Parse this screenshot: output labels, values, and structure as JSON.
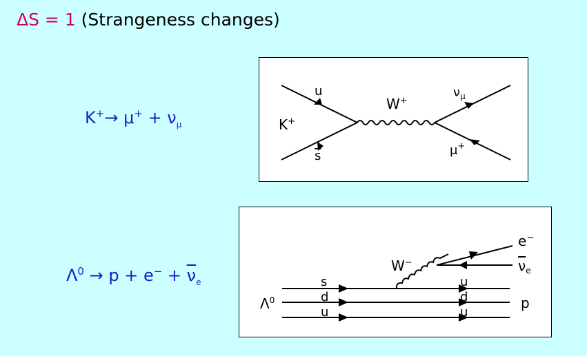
{
  "title": {
    "delta": "ΔS = 1",
    "rest": " (Strangeness changes)"
  },
  "equation1": {
    "k": "K",
    "k_sup": "+",
    "arrow": "→ μ",
    "mu_sup": "+",
    "plus": " + ν",
    "nu_sub": "μ"
  },
  "equation2": {
    "lambda": "Λ",
    "lambda_sup": "0",
    "arrow": " → p + e",
    "e_sup": "−",
    "plus": " + ",
    "nu": "ν",
    "nu_sub": "e"
  },
  "diagram1": {
    "u": "u",
    "s": "s",
    "k": "K",
    "k_sup": "+",
    "w": "W",
    "w_sup": "+",
    "nu": "ν",
    "nu_sub": "μ",
    "mu": "μ",
    "mu_sup": "+"
  },
  "diagram2": {
    "e": "e",
    "e_sup": "−",
    "nu": "ν",
    "nu_sub": "e",
    "w": "W",
    "w_sup": "−",
    "lambda": "Λ",
    "lambda_sup": "0",
    "s": "s",
    "d": "d",
    "u": "u",
    "u2": "u",
    "d2": "d",
    "u3": "u",
    "p": "p"
  }
}
